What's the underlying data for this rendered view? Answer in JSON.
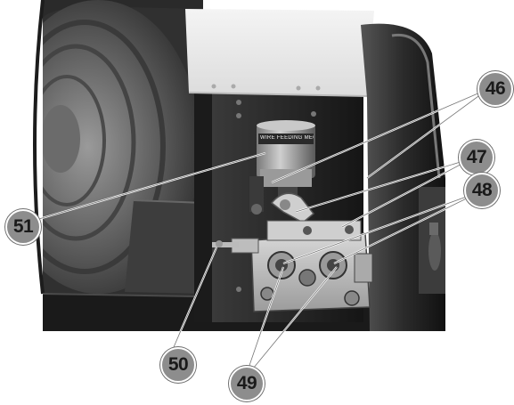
{
  "image": {
    "subject": "welder wire feeder compartment",
    "motor_label_text": "WIRE FEEDING MECHANISM"
  },
  "callouts": [
    {
      "id": "46",
      "label": "46"
    },
    {
      "id": "47",
      "label": "47"
    },
    {
      "id": "48",
      "label": "48"
    },
    {
      "id": "49",
      "label": "49"
    },
    {
      "id": "50",
      "label": "50"
    },
    {
      "id": "51",
      "label": "51"
    }
  ],
  "colors": {
    "background": "#ffffff",
    "callout_fill": "#8d8d8d",
    "callout_text": "#1a1a1a",
    "leader_line": "#ffffff"
  }
}
